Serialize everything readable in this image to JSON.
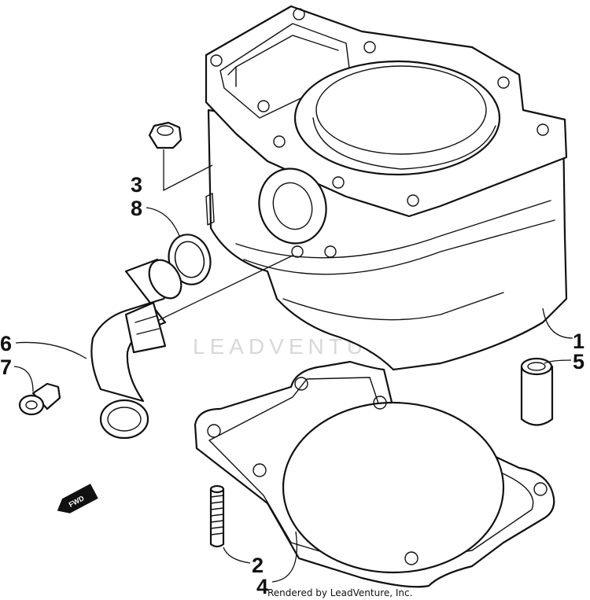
{
  "diagram": {
    "callouts": {
      "c1": "1",
      "c2": "2",
      "c3": "3",
      "c4": "4",
      "c5": "5",
      "c6": "6",
      "c7": "7",
      "c8": "8"
    },
    "direction_badge": "FWD",
    "watermark": "LEADVENTURE",
    "credit": "Rendered by LeadVenture, Inc."
  }
}
